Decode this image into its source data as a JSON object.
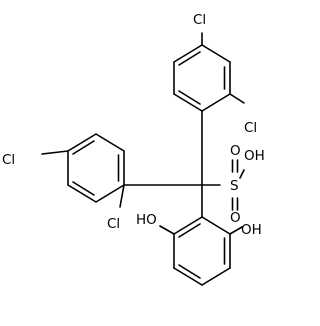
{
  "molecule": {
    "atoms": {
      "cl_top": "Cl",
      "cl_right": "Cl",
      "cl_left": "Cl",
      "cl_mid": "Cl",
      "oh_sulfonic": "OH",
      "s": "S",
      "o_upper": "O",
      "o_lower": "O",
      "ho_left": "HO",
      "oh_right": "OH"
    }
  }
}
